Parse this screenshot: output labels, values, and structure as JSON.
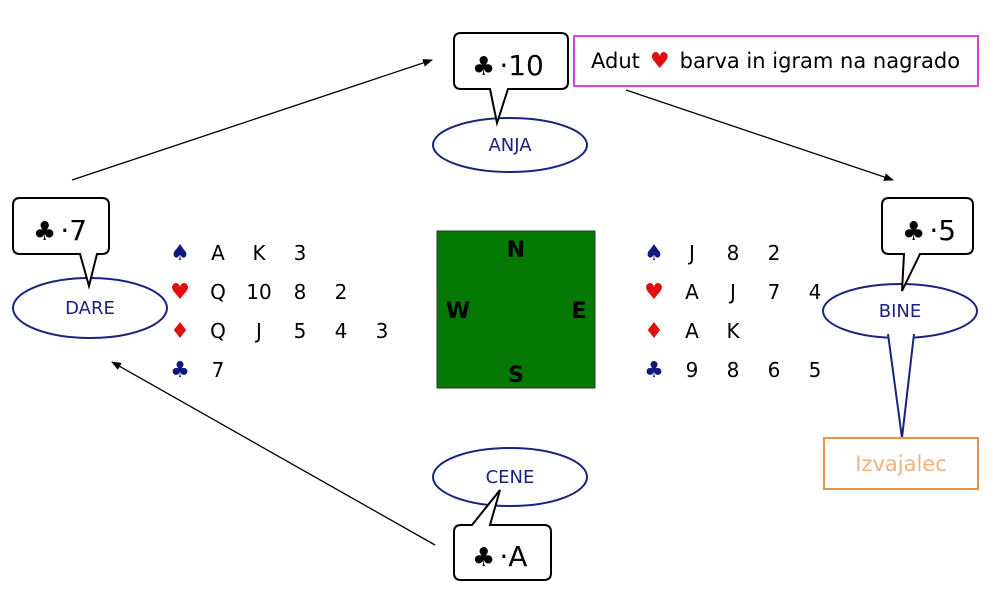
{
  "info": {
    "prefix": "Adut",
    "suit_symbol": "♥",
    "suffix": "barva in igram na nagrado"
  },
  "players": {
    "north": "ANJA",
    "east": "BINE",
    "south": "CENE",
    "west": "DARE"
  },
  "plays": {
    "north": {
      "suit": "♣",
      "card": "10"
    },
    "east": {
      "suit": "♣",
      "card": "5"
    },
    "south": {
      "suit": "♣",
      "card": "A"
    },
    "west": {
      "suit": "♣",
      "card": "7"
    }
  },
  "separator": "·",
  "table": {
    "n": "N",
    "e": "E",
    "s": "S",
    "w": "W",
    "color": "#047a04"
  },
  "hands": {
    "west": [
      {
        "suit": "♠",
        "color": "black",
        "cards": [
          "A",
          "K",
          "3"
        ]
      },
      {
        "suit": "♥",
        "color": "red",
        "cards": [
          "Q",
          "10",
          "8",
          "2"
        ]
      },
      {
        "suit": "♦",
        "color": "red",
        "cards": [
          "Q",
          "J",
          "5",
          "4",
          "3"
        ]
      },
      {
        "suit": "♣",
        "color": "black",
        "cards": [
          "7"
        ]
      }
    ],
    "east": [
      {
        "suit": "♠",
        "color": "black",
        "cards": [
          "J",
          "8",
          "2"
        ]
      },
      {
        "suit": "♥",
        "color": "red",
        "cards": [
          "A",
          "J",
          "7",
          "4"
        ]
      },
      {
        "suit": "♦",
        "color": "red",
        "cards": [
          "A",
          "K"
        ]
      },
      {
        "suit": "♣",
        "color": "black",
        "cards": [
          "9",
          "8",
          "6",
          "5"
        ]
      }
    ]
  },
  "declarer_label": "Izvajalec",
  "colors": {
    "info_border": "#e040e0",
    "declarer_border": "#e8924a",
    "declarer_text": "#f2b27a",
    "ellipse_border": "#1a237e",
    "suit_black": "#0d1a7a",
    "suit_red": "#e01010"
  }
}
